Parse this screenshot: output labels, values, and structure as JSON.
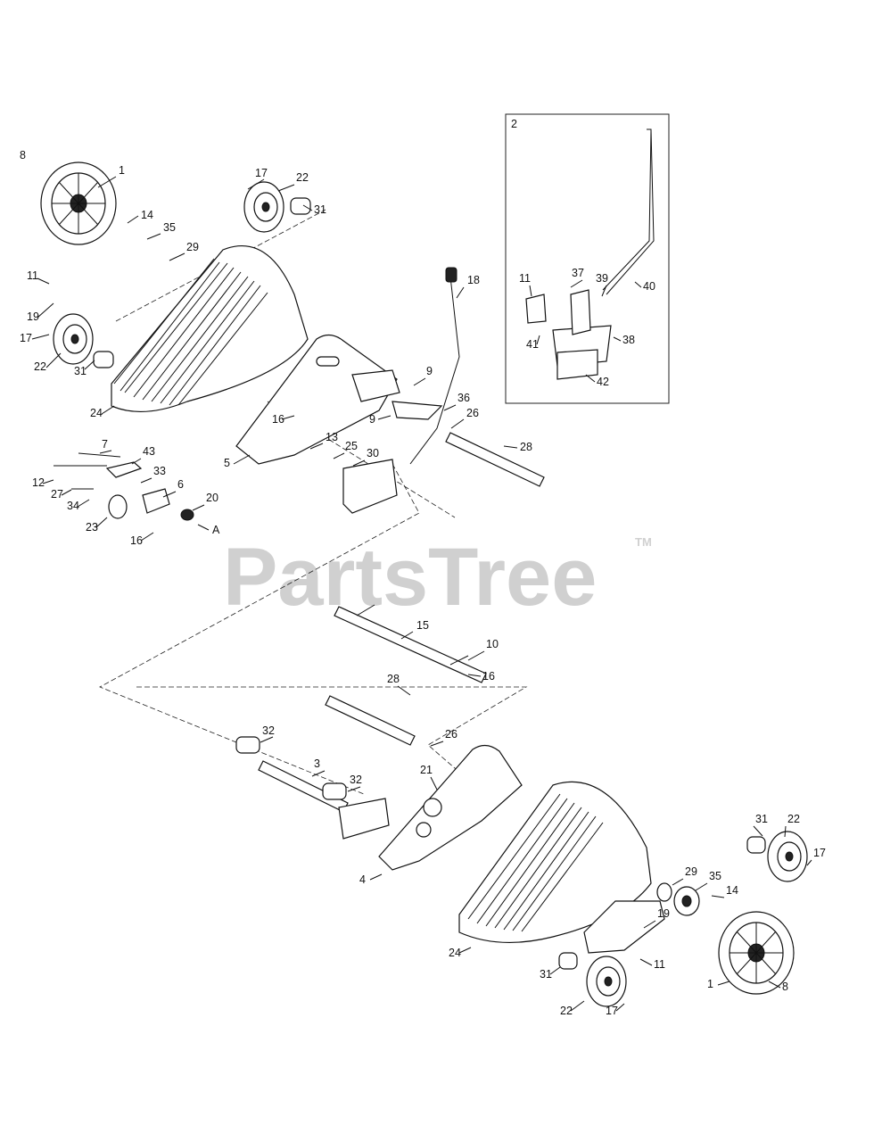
{
  "watermark": {
    "text": "PartsTree",
    "tm": "TM"
  },
  "inset": {
    "number": "2"
  },
  "labels": [
    "8",
    "1",
    "17",
    "22",
    "31",
    "14",
    "35",
    "29",
    "11",
    "19",
    "17",
    "22",
    "31",
    "24",
    "16",
    "5",
    "18",
    "9",
    "9",
    "36",
    "26",
    "28",
    "13",
    "25",
    "30",
    "7",
    "43",
    "33",
    "12",
    "27",
    "34",
    "6",
    "20",
    "23",
    "16",
    "A",
    "15",
    "10",
    "16",
    "28",
    "26",
    "32",
    "3",
    "32",
    "21",
    "4",
    "31",
    "22",
    "17",
    "29",
    "35",
    "14",
    "19",
    "11",
    "1",
    "8",
    "24",
    "31",
    "22",
    "17",
    "11",
    "37",
    "39",
    "40",
    "41",
    "38",
    "42"
  ]
}
